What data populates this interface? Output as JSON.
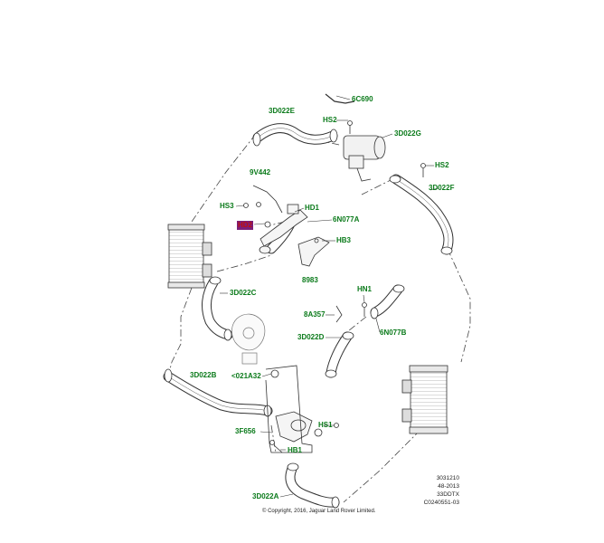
{
  "diagram": {
    "callouts": {
      "c6C690": "6C690",
      "cHS2a": "HS2",
      "c3D022E": "3D022E",
      "c3D022G": "3D022G",
      "cHS2b": "HS2",
      "c3D022F": "3D022F",
      "c9V442": "9V442",
      "cHS3": "HS3",
      "cHD1": "HD1",
      "cHD2": "HD2",
      "c6N077A": "6N077A",
      "cHB3": "HB3",
      "c8983": "8983",
      "c3D022C": "3D022C",
      "cHN1": "HN1",
      "c8A357": "8A357",
      "c6N077B": "6N077B",
      "c3D022D": "3D022D",
      "c3D022B": "3D022B",
      "c021A32": "<021A32",
      "cHS1": "HS1",
      "c3F656": "3F656",
      "cHB1": "HB1",
      "c3D022A": "3D022A"
    },
    "reference": {
      "line1": "3031210",
      "line2": "48-2013",
      "line3": "33DDTX",
      "line4": "C0240551-03"
    },
    "copyright": "© Copyright, 2016, Jaguar Land Rover Limited.",
    "colors": {
      "callout": "#0a7a1a",
      "highlight_bg": "#7b1f7a",
      "highlight_text": "#c01010",
      "line": "#333333"
    }
  }
}
